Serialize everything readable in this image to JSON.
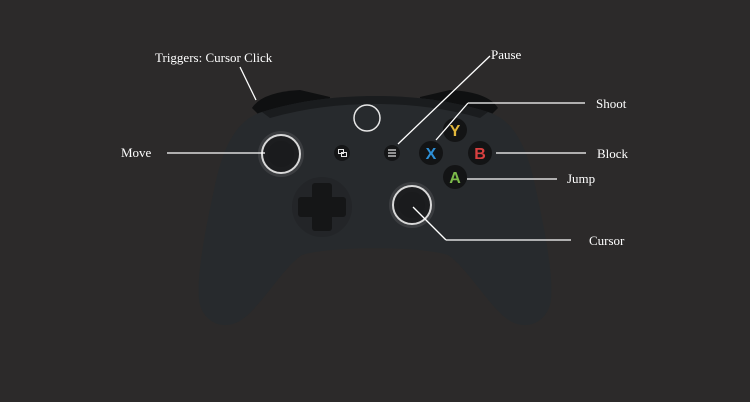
{
  "controls": {
    "triggers": "Triggers: Cursor Click",
    "pause": "Pause",
    "shoot": "Shoot",
    "move": "Move",
    "block": "Block",
    "jump": "Jump",
    "cursor": "Cursor"
  },
  "buttons": {
    "y": {
      "letter": "Y",
      "color": "#e2b73b"
    },
    "x": {
      "letter": "X",
      "color": "#2d8fd6"
    },
    "b": {
      "letter": "B",
      "color": "#d94040"
    },
    "a": {
      "letter": "A",
      "color": "#7cba4a"
    }
  },
  "colors": {
    "background": "#2c2a2a",
    "controller_body": "#272a2d",
    "bumper": "#0f1011",
    "leader_line": "#ffffff"
  },
  "icons": {
    "view": "view-icon",
    "menu": "menu-icon",
    "guide": "guide-button-ring"
  }
}
